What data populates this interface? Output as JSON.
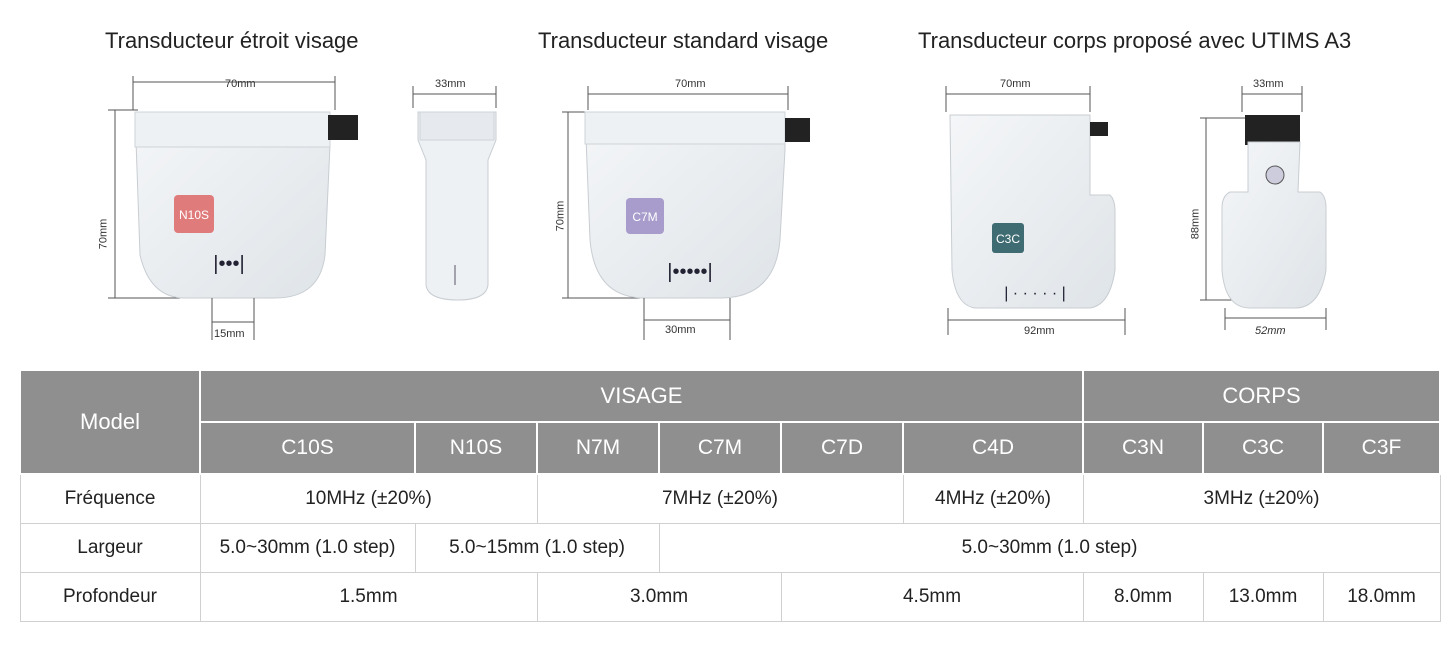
{
  "titles": {
    "narrow": "Transducteur étroit visage",
    "standard": "Transducteur standard visage",
    "body": "Transducteur corps proposé avec UTIMS A3"
  },
  "dims": {
    "n_width": "70mm",
    "n_side": "33mm",
    "n_height": "70mm",
    "n_aperture": "15mm",
    "s_width": "70mm",
    "s_height": "70mm",
    "s_aperture": "30mm",
    "b_width": "70mm",
    "b_side": "33mm",
    "b_height": "88mm",
    "b_bottom": "92mm",
    "b_side_bottom": "52mm"
  },
  "labels": {
    "n": "N10S",
    "s": "C7M",
    "b": "C3C"
  },
  "colors": {
    "n_label": "#e07b7b",
    "s_label": "#a79ccb",
    "b_label": "#3f6b72",
    "table_header": "#8f8f8f"
  },
  "table": {
    "model": "Model",
    "visage": "VISAGE",
    "corps": "CORPS",
    "models": [
      "C10S",
      "N10S",
      "N7M",
      "C7M",
      "C7D",
      "C4D",
      "C3N",
      "C3C",
      "C3F"
    ],
    "rows": {
      "freq": {
        "label": "Fréquence",
        "v1": "10MHz (±20%)",
        "v2": "7MHz (±20%)",
        "v3": "4MHz (±20%)",
        "v4": "3MHz (±20%)"
      },
      "width": {
        "label": "Largeur",
        "v1": "5.0~30mm (1.0 step)",
        "v2": "5.0~15mm (1.0 step)",
        "v3": "5.0~30mm (1.0 step)"
      },
      "depth": {
        "label": "Profondeur",
        "v1": "1.5mm",
        "v2": "3.0mm",
        "v3": "4.5mm",
        "v4": "8.0mm",
        "v5": "13.0mm",
        "v6": "18.0mm"
      }
    }
  }
}
